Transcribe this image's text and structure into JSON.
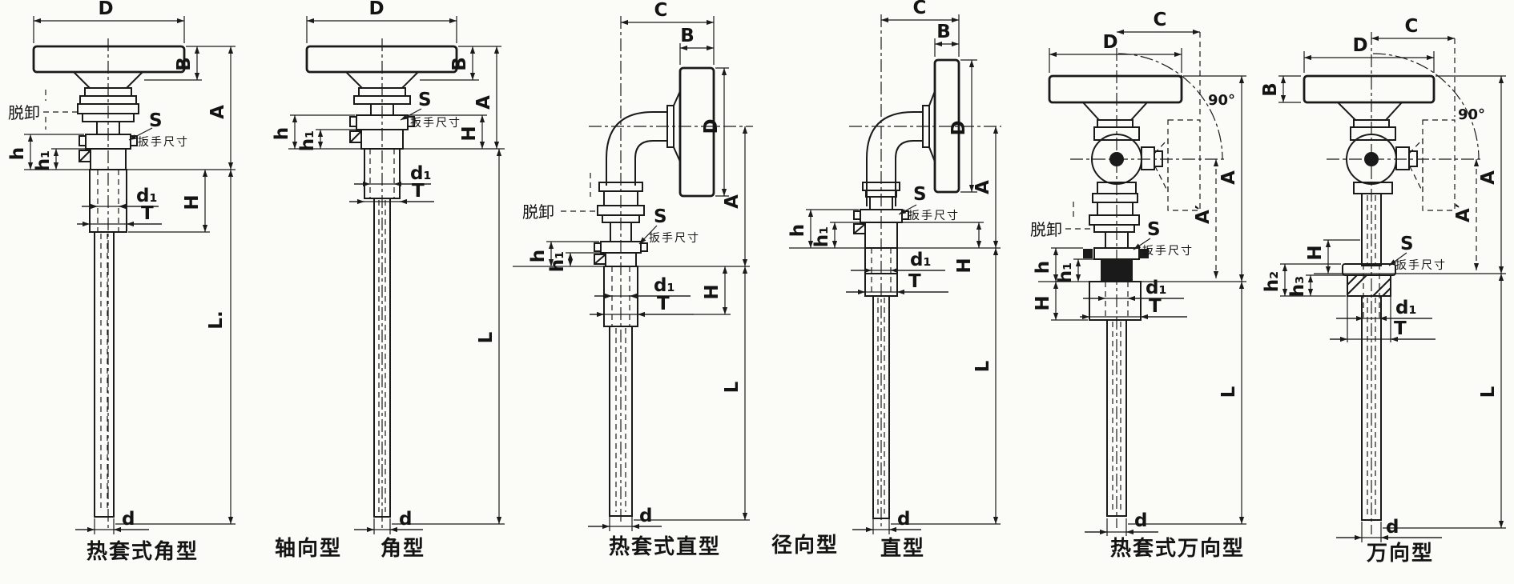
{
  "colors": {
    "paper": "#fbfbf8",
    "ink": "#1a1a1a"
  },
  "figures": [
    {
      "caption": "热套式角型",
      "dims": {
        "D": "D",
        "B": "B",
        "A": "A",
        "L": "L.",
        "H": "H",
        "h": "h",
        "h1": "h₁",
        "d1": "d₁",
        "T": "T",
        "d": "d",
        "S": "S",
        "wrench": "扳手尺寸",
        "detach": "脱卸"
      }
    },
    {
      "caption_left": "轴向型",
      "caption_right": "角型",
      "dims": {
        "D": "D",
        "B": "B",
        "A": "A",
        "L": "L",
        "H": "H",
        "h": "h",
        "h1": "h₁",
        "d1": "d₁",
        "T": "T",
        "d": "d",
        "S": "S",
        "wrench": "扳手尺寸"
      }
    },
    {
      "caption": "热套式直型",
      "dims": {
        "C": "C",
        "B": "B",
        "D": "D",
        "A": "A",
        "L": "L",
        "H": "H",
        "h": "h",
        "h1": "h₁",
        "d1": "d₁",
        "T": "T",
        "d": "d",
        "S": "S",
        "wrench": "扳手尺寸",
        "detach": "脱卸"
      }
    },
    {
      "caption_left": "径向型",
      "caption_right": "直型",
      "dims": {
        "C": "C",
        "B": "B",
        "D": "D",
        "A": "A",
        "L": "L",
        "H": "H",
        "h": "h",
        "h1": "h₁",
        "d1": "d₁",
        "T": "T",
        "d": "d",
        "S": "S",
        "wrench": "扳手尺寸"
      }
    },
    {
      "caption": "热套式万向型",
      "dims": {
        "D": "D",
        "C": "C",
        "angle": "90°",
        "A": "A",
        "A2": "A′",
        "L": "L",
        "H": "H",
        "h": "h",
        "h1": "h₁",
        "d1": "d₁",
        "T": "T",
        "d": "d",
        "S": "S",
        "wrench": "扳手尺寸",
        "detach": "脱卸"
      }
    },
    {
      "caption": "万向型",
      "dims": {
        "C": "C",
        "D": "D",
        "B": "B",
        "angle": "90°",
        "A": "A",
        "A2": "A′",
        "L": "L",
        "H": "H",
        "h2": "h₂",
        "h3": "h₃",
        "d1": "d₁",
        "T": "T",
        "d": "d",
        "S": "S",
        "wrench": "扳手尺寸"
      }
    }
  ]
}
